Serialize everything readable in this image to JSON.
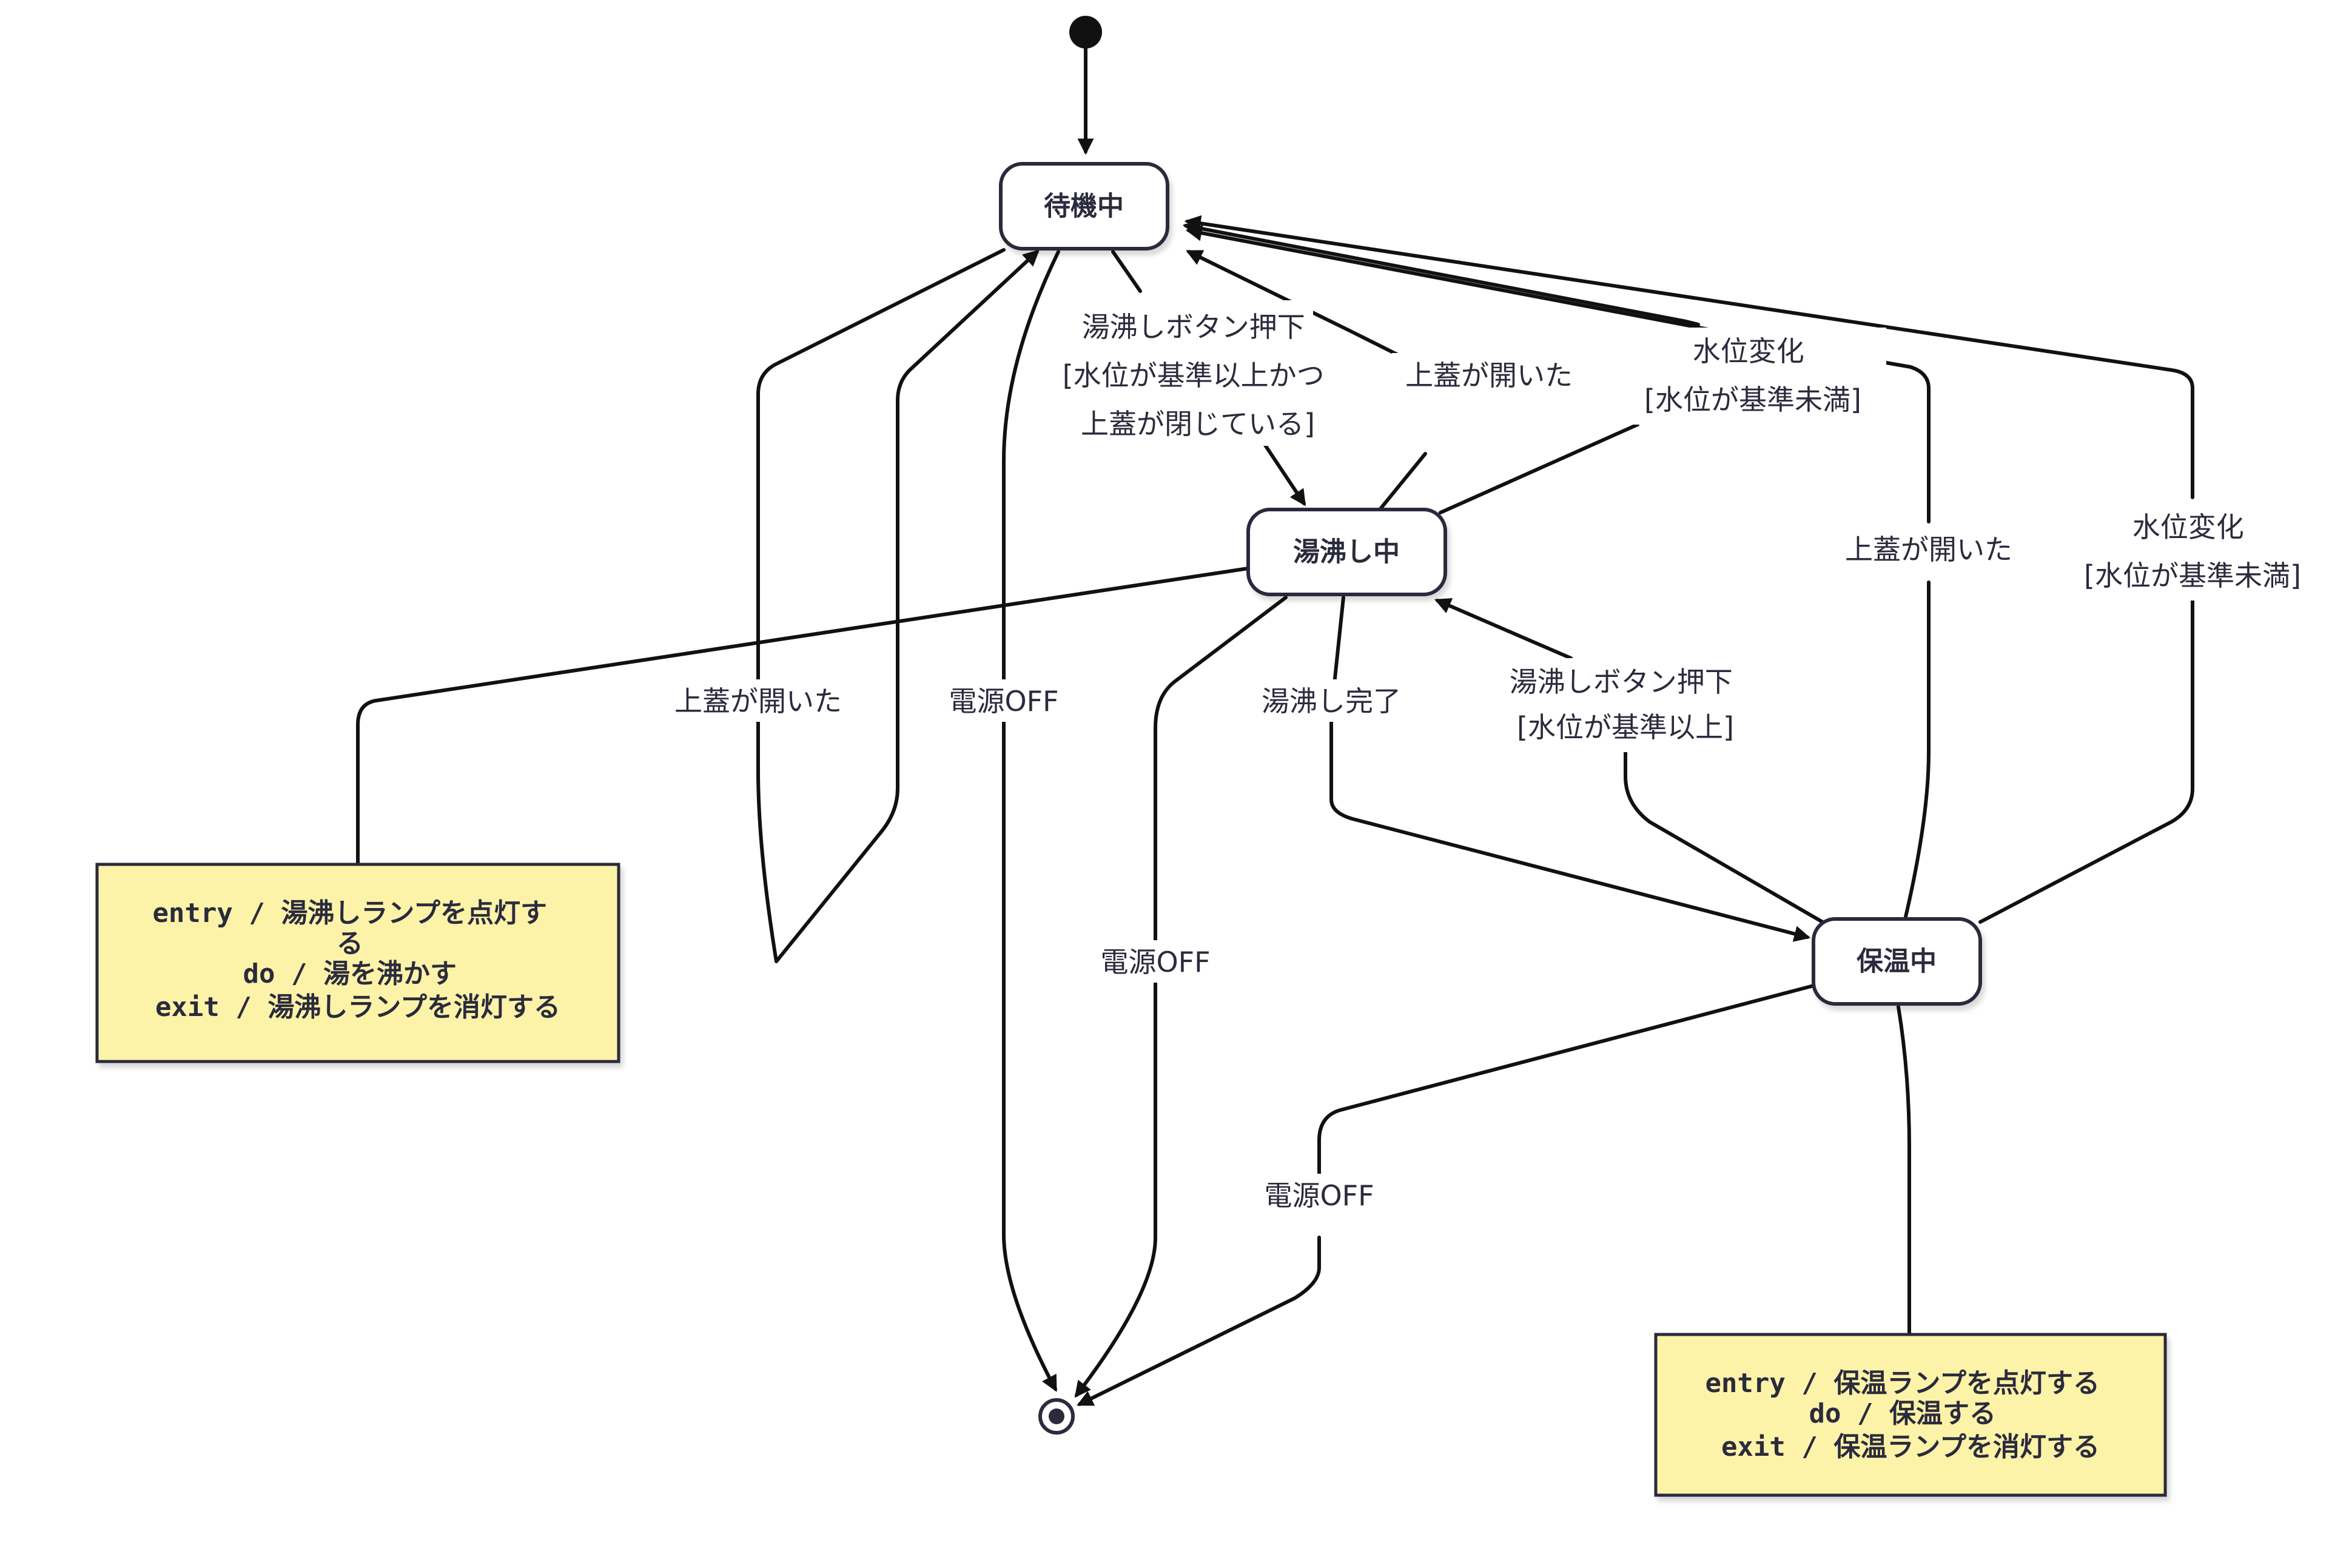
{
  "states": {
    "idle": "待機中",
    "boiling": "湯沸し中",
    "keepwarm": "保温中"
  },
  "notes": {
    "boiling": [
      "entry / 湯沸しランプを点灯す",
      "る",
      "do / 湯を沸かす",
      "exit / 湯沸しランプを消灯する"
    ],
    "keepwarm": [
      "entry / 保温ランプを点灯する",
      "do / 保温する",
      "exit / 保温ランプを消灯する"
    ]
  },
  "transitions": {
    "idle_to_boiling": [
      "湯沸しボタン押下",
      "[水位が基準以上かつ",
      "上蓋が閉じている]"
    ],
    "boiling_lid_open": [
      "上蓋が開いた"
    ],
    "boiling_water_change": [
      "水位変化",
      "[水位が基準未満]"
    ],
    "idle_self_lid_open": [
      "上蓋が開いた"
    ],
    "idle_power_off": [
      "電源OFF"
    ],
    "boiling_done": [
      "湯沸し完了"
    ],
    "keepwarm_to_boiling": [
      "湯沸しボタン押下",
      "[水位が基準以上]"
    ],
    "boiling_power_off": [
      "電源OFF"
    ],
    "keepwarm_lid_open": [
      "上蓋が開いた"
    ],
    "keepwarm_water_change": [
      "水位変化",
      "[水位が基準未満]"
    ],
    "keepwarm_power_off": [
      "電源OFF"
    ]
  }
}
